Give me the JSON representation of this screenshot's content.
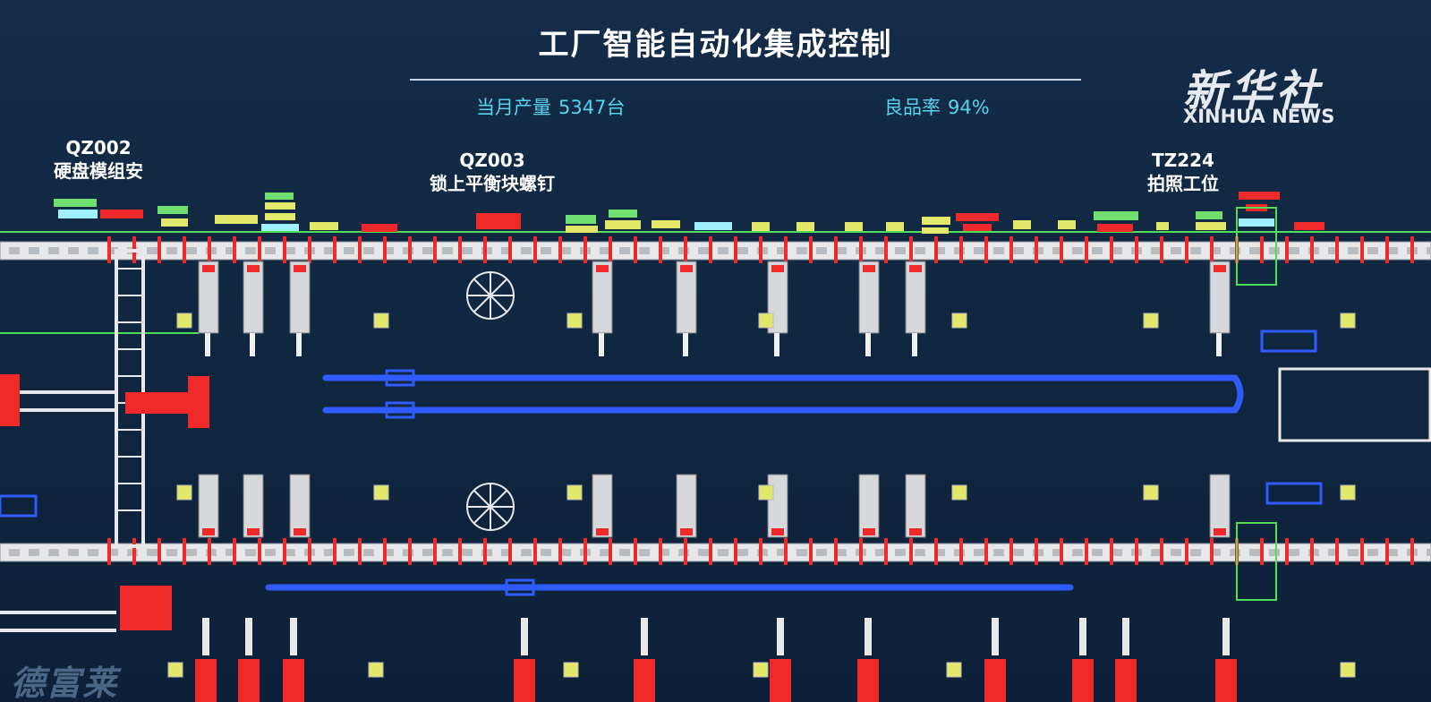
{
  "header": {
    "title": "工厂智能自动化集成控制",
    "monthly_output_label": "当月产量",
    "monthly_output_value": "5347台",
    "yield_label": "良品率",
    "yield_value": "94%"
  },
  "brand": {
    "cn": "新华社",
    "en": "XINHUA NEWS"
  },
  "stations": [
    {
      "code": "QZ002",
      "name": "硬盘模组安"
    },
    {
      "code": "QZ003",
      "name": "锁上平衡块螺钉"
    },
    {
      "code": "TZ224",
      "name": "拍照工位"
    }
  ],
  "watermark": "德富莱",
  "colors": {
    "background": "#10263f",
    "accent_cyan": "#56d4ec",
    "conveyor_white": "#e8e8ea",
    "machine_red": "#f02a2a",
    "buffer_blue": "#2f5cff",
    "indicator_yellow": "#e4e86a",
    "guide_green": "#4fe05a"
  },
  "icons": {
    "camera_frame": "green-frame-icon",
    "sensor": "yellow-square-icon",
    "fan": "fan-wheel-icon"
  }
}
